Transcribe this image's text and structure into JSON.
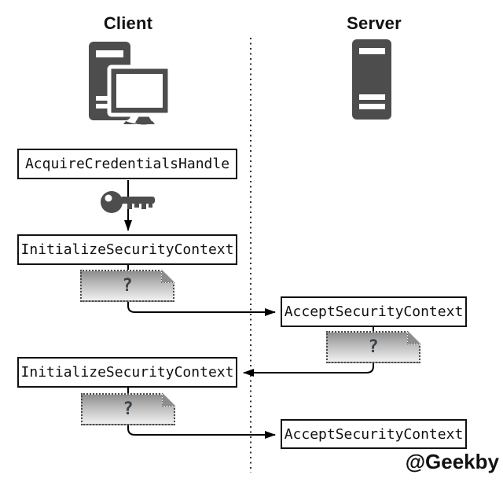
{
  "diagram": {
    "client_label": "Client",
    "server_label": "Server",
    "watermark": "@Geekby",
    "token_symbol": "?",
    "steps": {
      "acquire_credentials": "AcquireCredentialsHandle",
      "initialize_security_context_1": "InitializeSecurityContext",
      "accept_security_context_1": "AcceptSecurityContext",
      "initialize_security_context_2": "InitializeSecurityContext",
      "accept_security_context_2": "AcceptSecurityContext"
    },
    "icons": {
      "client": "desktop-computer-icon",
      "server": "server-tower-icon",
      "key": "key-icon"
    },
    "colors": {
      "icon_gray": "#4d4d4d",
      "line_black": "#000000",
      "box_border": "#111111",
      "token_border": "#4a4a4a",
      "token_gradient_top": "#8e8e8e",
      "token_gradient_bottom": "#f1f1f1"
    }
  }
}
